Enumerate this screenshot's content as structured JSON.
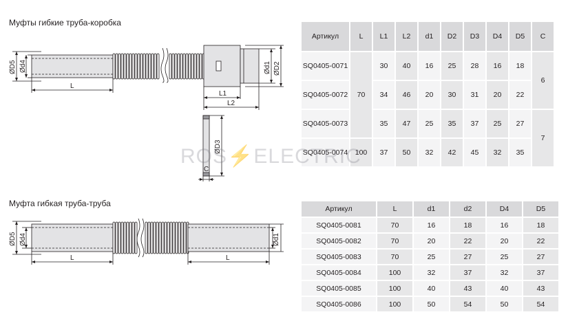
{
  "section1": {
    "title": "Муфты гибкие труба-коробка",
    "drawing_labels": {
      "od5": "ØD5",
      "od4": "Ød4",
      "l": "L",
      "l1": "L1",
      "l2": "L2",
      "od1": "Ød1",
      "od2": "ØD2",
      "od3": "ØD3",
      "c": "C"
    },
    "table": {
      "headers": [
        "Артикул",
        "L",
        "L1",
        "L2",
        "d1",
        "D2",
        "D3",
        "D4",
        "D5",
        "C"
      ],
      "rows": [
        [
          "SQ0405-0071",
          "30",
          "40",
          "16",
          "25",
          "28",
          "16",
          "18"
        ],
        [
          "SQ0405-0072",
          "34",
          "46",
          "20",
          "30",
          "31",
          "20",
          "22"
        ],
        [
          "SQ0405-0073",
          "35",
          "47",
          "25",
          "35",
          "37",
          "25",
          "27"
        ],
        [
          "SQ0405-0074",
          "37",
          "50",
          "32",
          "42",
          "45",
          "32",
          "35"
        ]
      ],
      "L_values": [
        "70",
        "100"
      ],
      "C_values": [
        "6",
        "7"
      ]
    }
  },
  "section2": {
    "title": "Муфта гибкая труба-труба",
    "drawing_labels": {
      "od5": "ØD5",
      "od4": "Ød4",
      "l_left": "L",
      "l_right": "L",
      "od1": "Ød1"
    },
    "table": {
      "headers": [
        "Артикул",
        "L",
        "d1",
        "d2",
        "D4",
        "D5"
      ],
      "rows": [
        [
          "SQ0405-0081",
          "70",
          "16",
          "18",
          "16",
          "18"
        ],
        [
          "SQ0405-0082",
          "70",
          "20",
          "22",
          "20",
          "22"
        ],
        [
          "SQ0405-0083",
          "70",
          "25",
          "27",
          "25",
          "27"
        ],
        [
          "SQ0405-0084",
          "100",
          "32",
          "37",
          "32",
          "37"
        ],
        [
          "SQ0405-0085",
          "100",
          "40",
          "43",
          "40",
          "43"
        ],
        [
          "SQ0405-0086",
          "100",
          "50",
          "54",
          "50",
          "54"
        ]
      ]
    }
  },
  "watermark": {
    "left": "ROS",
    "bolt": "⚡",
    "right": "ELECTRIC"
  }
}
